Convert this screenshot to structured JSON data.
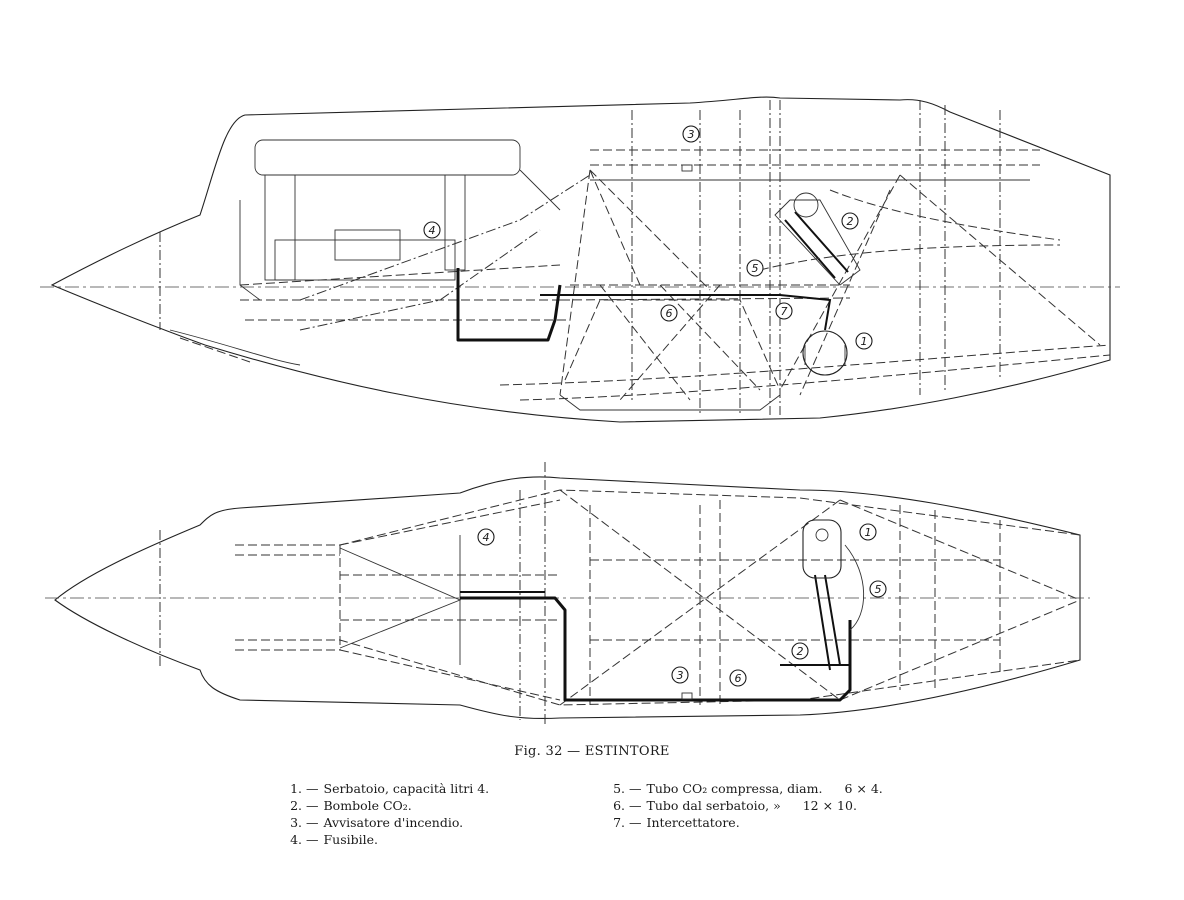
{
  "figure": {
    "caption": "Fig. 32 — ESTINTORE"
  },
  "markers_side": [
    "1",
    "2",
    "3",
    "4",
    "5",
    "6",
    "7"
  ],
  "markers_top": [
    "1",
    "2",
    "3",
    "4",
    "5",
    "6"
  ],
  "legend_left": [
    {
      "num": "1.",
      "text": "Serbatoio, capacità litri  4."
    },
    {
      "num": "2.",
      "text": "Bombole CO₂."
    },
    {
      "num": "3.",
      "text": "Avvisatore d'incendio."
    },
    {
      "num": "4.",
      "text": "Fusibile."
    }
  ],
  "legend_right": [
    {
      "num": "5.",
      "text": "Tubo CO₂ compressa, diam.",
      "spec": "6 × 4."
    },
    {
      "num": "6.",
      "text": "Tubo dal serbatoio,      »",
      "spec": "12 × 10."
    },
    {
      "num": "7.",
      "text": "Intercettatore.",
      "spec": ""
    }
  ]
}
